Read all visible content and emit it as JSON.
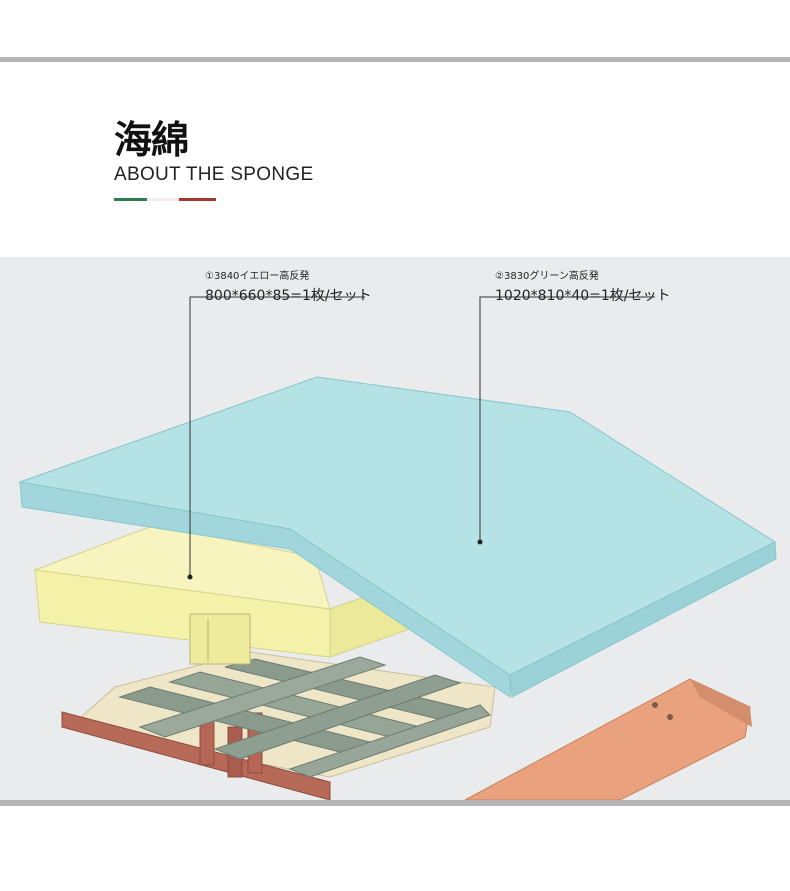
{
  "header": {
    "title_jp": "海綿",
    "title_en": "ABOUT THE SPONGE",
    "stripe_colors": [
      "#2e7d4f",
      "#f4ecec",
      "#9a3b2e"
    ]
  },
  "callouts": [
    {
      "name": "①3840イエロー高反発",
      "spec": "800*660*85=1枚/セット"
    },
    {
      "name": "②3830グリーン高反発",
      "spec": "1020*810*40=1枚/セット"
    }
  ],
  "colors": {
    "scene_bg": "#eaebec",
    "green_sponge": "#a9dde1",
    "yellow_sponge": "#f4f1a8",
    "wood": "#b86a58",
    "board": "#eaa27e",
    "strap": "#8a9a8c",
    "rule": "#b5b5b5"
  }
}
